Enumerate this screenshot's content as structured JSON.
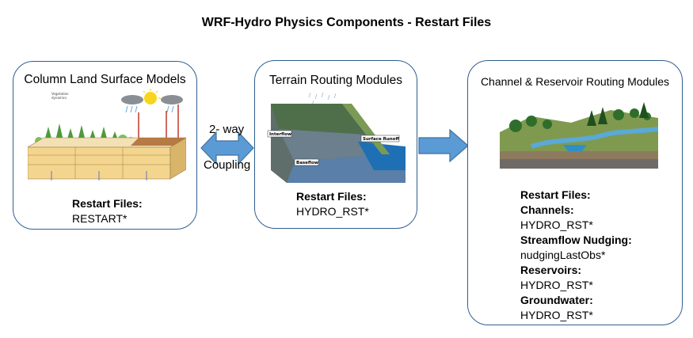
{
  "title": "WRF-Hydro Physics Components - Restart Files",
  "colors": {
    "box_border": "#2f5f8f",
    "arrow_fill": "#5b9bd5",
    "arrow_stroke": "#41719c"
  },
  "left_box": {
    "title": "Column Land Surface Models",
    "restart_heading": "Restart Files:",
    "restart_value": "RESTART*"
  },
  "coupling": {
    "line1": "2- way",
    "line2": "Coupling"
  },
  "middle_box": {
    "title": "Terrain Routing Modules",
    "restart_heading": "Restart Files:",
    "restart_value": "HYDRO_RST*",
    "image_labels": {
      "interflow": "Interflow",
      "surface_runoff": "Surface Runoff",
      "baseflow": "Baseflow"
    }
  },
  "right_box": {
    "title": "Channel & Reservoir Routing Modules",
    "restart_heading": "Restart Files:",
    "entries": [
      {
        "label": "Channels:",
        "value": "HYDRO_RST*"
      },
      {
        "label": "Streamflow Nudging:",
        "value": "nudgingLastObs*"
      },
      {
        "label": "Reservoirs:",
        "value": "HYDRO_RST*"
      },
      {
        "label": "Groundwater:",
        "value": "HYDRO_RST*"
      }
    ]
  }
}
